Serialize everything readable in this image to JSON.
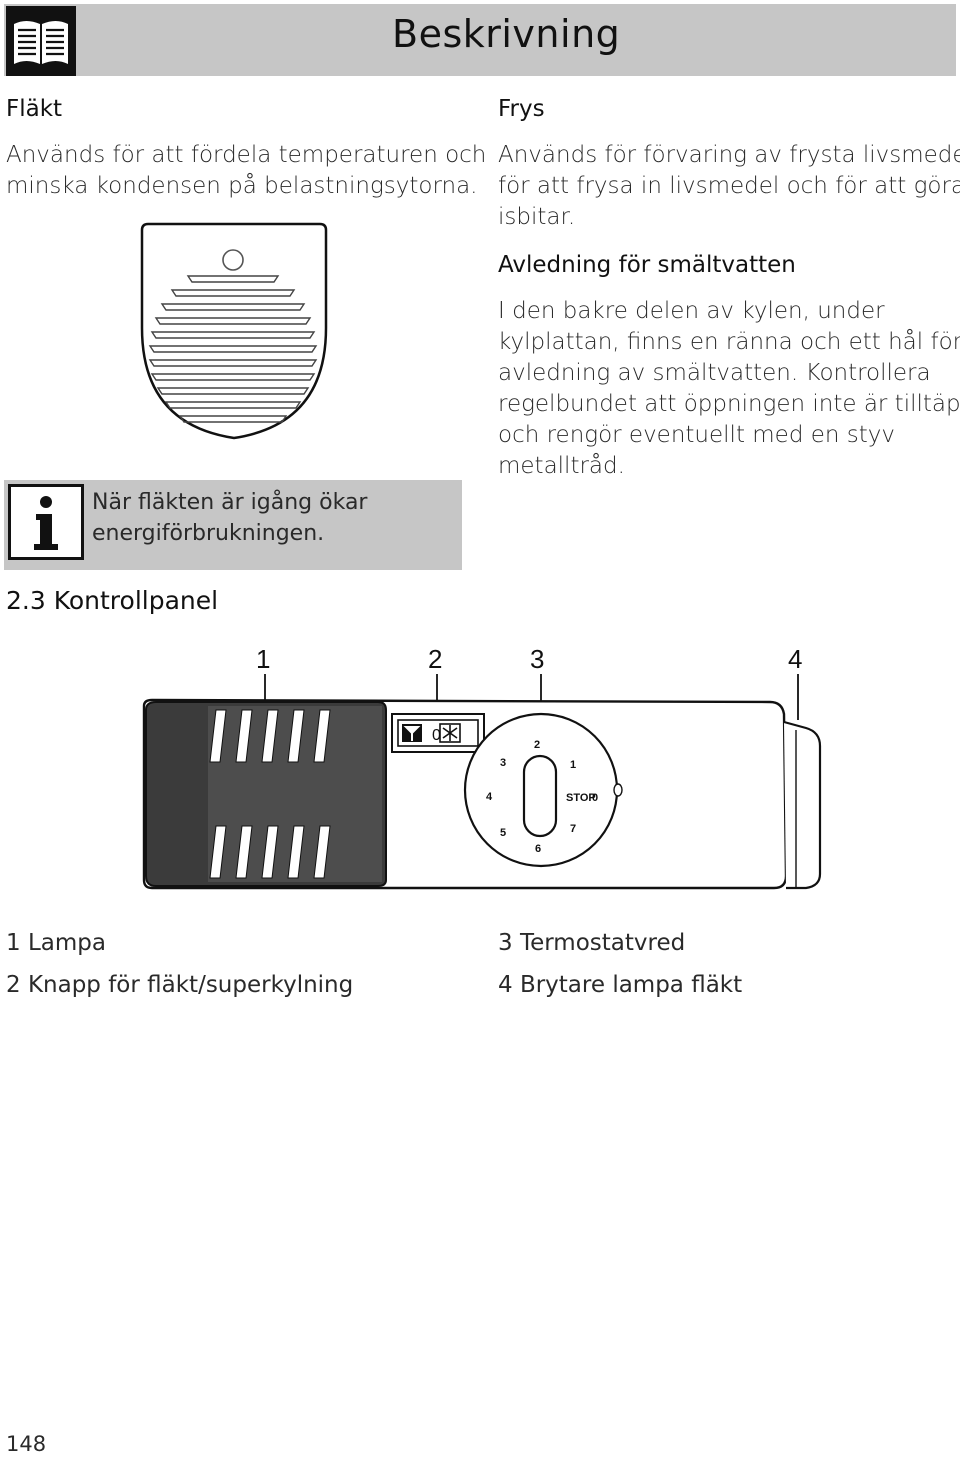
{
  "header": {
    "title": "Beskrivning",
    "icon": "book-icon"
  },
  "flakt": {
    "heading": "Fläkt",
    "text_line1": "Används för att fördela temperaturen och",
    "text_line2": "minska kondensen på belastningsytorna."
  },
  "info": {
    "icon": "info-icon",
    "line1": "När fläkten är igång ökar",
    "line2": "energiförbrukningen."
  },
  "frys": {
    "heading": "Frys",
    "text_line1": "Används för förvaring av frysta livsmedel,",
    "text_line2": "för att frysa in livsmedel och för att göra",
    "text_line3": "isbitar."
  },
  "avledning": {
    "heading": "Avledning för smältvatten",
    "lines": [
      "I den bakre delen av kylen, under",
      "kylplattan, finns en ränna och ett hål för",
      "avledning av smältvatten. Kontrollera",
      "regelbundet att öppningen inte är tilltäppt",
      "och rengör eventuellt med en styv",
      "metalltråd."
    ]
  },
  "kontrollpanel": {
    "heading": "2.3 Kontrollpanel",
    "callouts": [
      "1",
      "2",
      "3",
      "4"
    ],
    "switch_label": "0",
    "dial": {
      "stop_label": "STOP",
      "stop_zero": "0",
      "numbers": [
        "1",
        "2",
        "3",
        "4",
        "5",
        "6",
        "7"
      ]
    }
  },
  "legend": {
    "item1": "1 Lampa",
    "item2": "2 Knapp för fläkt/superkylning",
    "item3": "3 Termostatvred",
    "item4": "4 Brytare lampa fläkt"
  },
  "page_number": "148"
}
